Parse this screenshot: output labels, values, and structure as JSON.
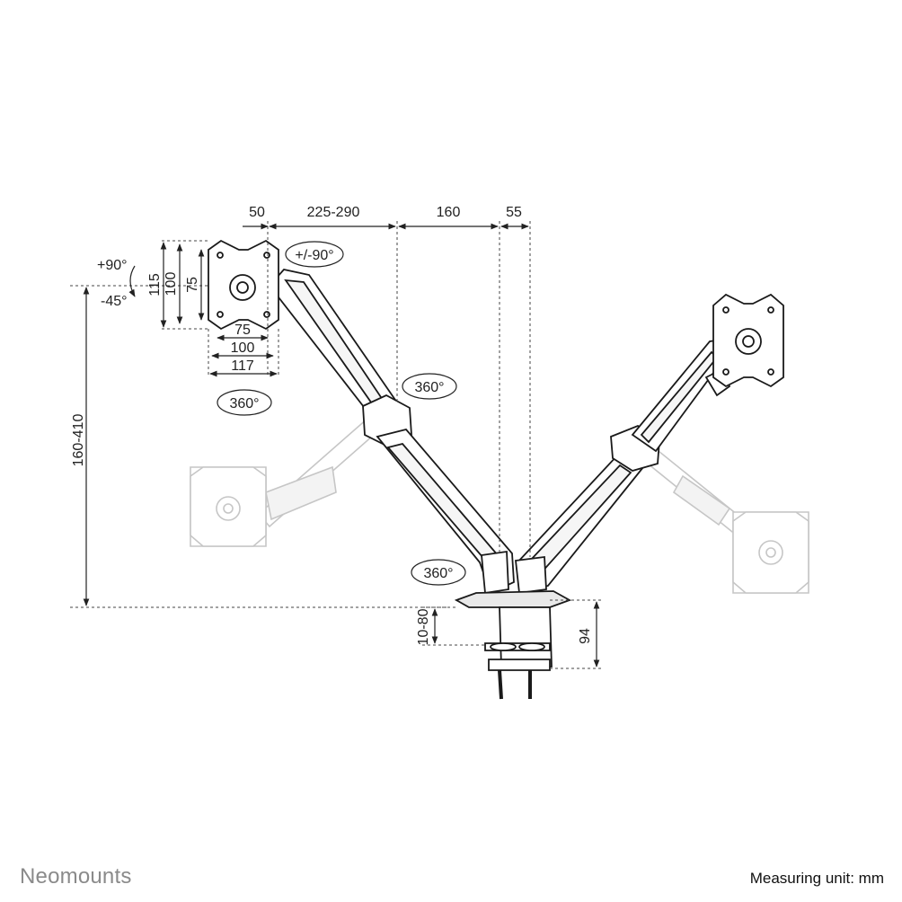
{
  "brand": {
    "name": "Neomounts"
  },
  "footer": {
    "unit_label": "Measuring unit: mm"
  },
  "dimensions": {
    "top": [
      "50",
      "225-290",
      "160",
      "55"
    ],
    "vesa_heights": [
      "115",
      "100",
      "75"
    ],
    "vesa_widths": [
      "75",
      "100",
      "117"
    ],
    "total_height": "160-410",
    "desk_thickness": "10-80",
    "base_height": "94"
  },
  "rotations": {
    "tilt_up": "+90°",
    "tilt_down": "-45°",
    "swivel": "+/-90°",
    "plate_rotation": "360°",
    "elbow_rotation": "360°",
    "base_rotation": "360°"
  },
  "colors": {
    "line": "#1a1a1a",
    "faded": "#c8c8c8",
    "brand": "#8a8a8a"
  }
}
